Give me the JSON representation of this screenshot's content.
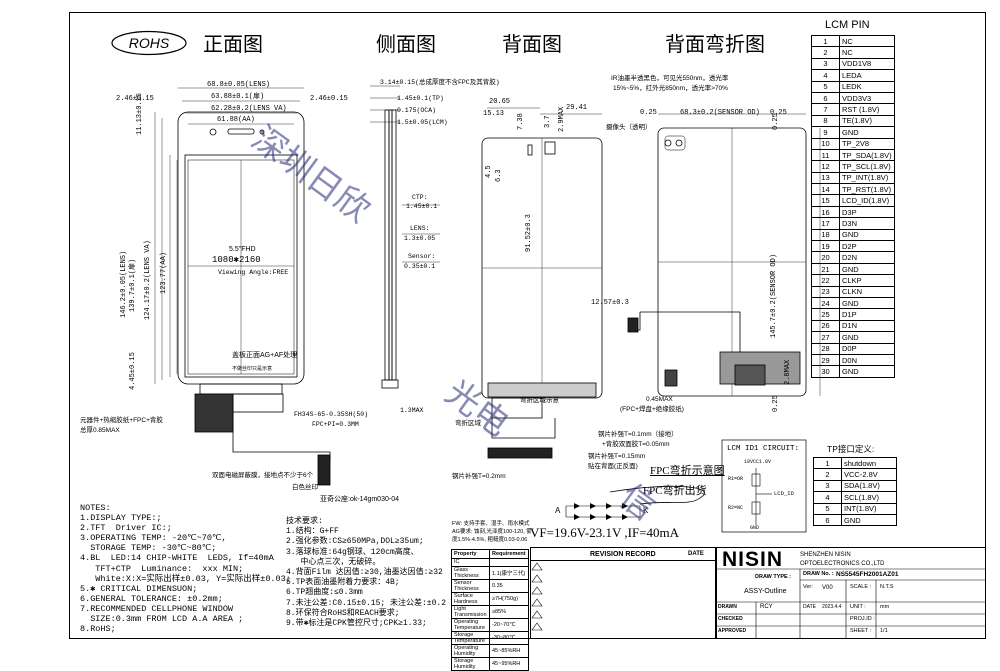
{
  "logo": "ROHS",
  "views": {
    "front": "正面图",
    "side": "侧面图",
    "back": "背面图",
    "back_bend": "背面弯折图"
  },
  "front_dims": {
    "lens_w": "68.8±0.05(LENS)",
    "lens_va_w": "63.88±0.1(扉)",
    "w_lens_va": "62.28±0.2(LENS VA)",
    "aa_w": "61.88(AA)",
    "left_margin": "2.46±0.15",
    "right_margin": "2.46±0.15",
    "top_margin": "11.13±0.15",
    "lens_h": "146.2±0.05(LENS)",
    "lcm_h": "139.7±0.1(扉)",
    "va_h": "124.17±0.2(LENS VA)",
    "aa_h": "123.77(AA)",
    "bottom_margin": "4.45±0.15"
  },
  "front_center": {
    "size": "5.5\"FHD",
    "res": "1080✱2160",
    "angle": "Viewing Angle:FREE"
  },
  "front_labels": {
    "cover_note": "盖板正面AG+AF处理",
    "cover_sub1": "",
    "cover_sub2": "不做丝印只是示意",
    "comp_note": "元器件+热缩胶纸+FPC+背胶",
    "total": "总厚0.85MAX",
    "fpc_conn": "FH34S-65-0.35SH(50)",
    "fpc_pi": "FPC+PI=0.3MM",
    "shield_note": "双面电磁屏蔽膜，接地点不少于6个",
    "whitelabel": "白色丝印",
    "connector": "亚奇公座:ok-14gm030-04"
  },
  "side_dims": {
    "total": "3.14±0.15(总成厚度不含FPC及其背胶)",
    "tp": "1.45±0.1(TP)",
    "oca": "0.175(OCA)",
    "lcm": "1.5±0.05(LCM)",
    "ctp_label": "CTP:",
    "ctp_val": "1.45±0.1",
    "lens_label": "LENS:",
    "lens_val": "1.3±0.05",
    "sensor_label": "Sensor:",
    "sensor_val": "0.35±0.1",
    "max": "1.3MAX"
  },
  "back_dims": {
    "w1": "20.65",
    "w2": "29.41",
    "w3": "15.13",
    "w4": "7.38",
    "w5": "3.7",
    "w6": "2.9MAX",
    "d1": "4.5",
    "d2": "6.3",
    "d3": "91.52±0.3",
    "d4": "12.57±0.3",
    "bend_region": "弯折区域",
    "steel": "钢片补强T=0.2mm",
    "bend_label": "弯折区域示意"
  },
  "bend_dims": {
    "ir_note1": "IR油墨半透黑色，可见光550nm，透光率",
    "ir_note2": "15%~5%，红外光850nm，透光率>70%",
    "cam": "摄像头（透明）",
    "left": "0.25",
    "w": "68.3±0.2(SENSOR OD)",
    "right": "0.25",
    "h": "145.7±0.2(SENSOR OD)",
    "h2": "2.8MAX",
    "top": "0.25",
    "bot": "0.25",
    "max045": "0.45MAX",
    "fpc_note": "(FPC+焊盘+绝缘胶纸)",
    "steel_note1": "钢片补强T=0.1mm（接地）",
    "steel_note2": "+背胶双面胶T=0.05mm",
    "steel_note3": "钢片补强T=0.15mm",
    "steel_note4": "贴在背面(正反面)"
  },
  "fpc_bend": {
    "title1": "FPC弯折示意图",
    "title2": "FPC弯折出货"
  },
  "led": {
    "anode": "A",
    "cathode": "K",
    "vf": "VF=19.6V-23.1V ,IF=40mA"
  },
  "lcm_pin": {
    "title": "LCM PIN",
    "pins": [
      [
        "1",
        "NC"
      ],
      [
        "2",
        "NC"
      ],
      [
        "3",
        "VDD1V8"
      ],
      [
        "4",
        "LEDA"
      ],
      [
        "5",
        "LEDK"
      ],
      [
        "6",
        "VDD3V3"
      ],
      [
        "7",
        "RST (1.8V)"
      ],
      [
        "8",
        "TE(1.8V)"
      ],
      [
        "9",
        "GND"
      ],
      [
        "10",
        "TP_2V8"
      ],
      [
        "11",
        "TP_SDA(1.8V)"
      ],
      [
        "12",
        "TP_SCL(1.8V)"
      ],
      [
        "13",
        "TP_INT(1.8V)"
      ],
      [
        "14",
        "TP_RST(1.8V)"
      ],
      [
        "15",
        "LCD_ID(1.8V)"
      ],
      [
        "16",
        "D3P"
      ],
      [
        "17",
        "D3N"
      ],
      [
        "18",
        "GND"
      ],
      [
        "19",
        "D2P"
      ],
      [
        "20",
        "D2N"
      ],
      [
        "21",
        "GND"
      ],
      [
        "22",
        "CLKP"
      ],
      [
        "23",
        "CLKN"
      ],
      [
        "24",
        "GND"
      ],
      [
        "25",
        "D1P"
      ],
      [
        "26",
        "D1N"
      ],
      [
        "27",
        "GND"
      ],
      [
        "28",
        "D0P"
      ],
      [
        "29",
        "D0N"
      ],
      [
        "30",
        "GND"
      ]
    ]
  },
  "tp": {
    "title": "TP接口定义:",
    "pins": [
      [
        "1",
        "shutdown"
      ],
      [
        "2",
        "VCC-2.8V"
      ],
      [
        "3",
        "SDA(1.8V)"
      ],
      [
        "4",
        "SCL(1.8V)"
      ],
      [
        "5",
        "INT(1.8V)"
      ],
      [
        "6",
        "GND"
      ]
    ]
  },
  "id_circuit": {
    "title": "LCM ID1 CIRCUIT:",
    "vcc": "10VCC1.8V",
    "r1": "R1=OR",
    "r2": "R2=NC",
    "out": "LCD_ID",
    "gnd": "GND"
  },
  "notes": {
    "title": "NOTES:",
    "lines": [
      "1.DISPLAY TYPE:;",
      "2.TFT  Driver IC:;",
      "3.OPERATING TEMP: -20℃~70℃,",
      "  STORAGE TEMP: -30℃~80℃;",
      "4.BL  LED:14 CHIP-WHITE  LEDS, If=40mA",
      "   TFT+CTP  Luminance:  xxx MIN;",
      "   White:X:X=实际出样±0.03, Y=实际出样±0.03;",
      "5.✱ CRITICAL DIMENSUON;",
      "6.GENERAL TOLERANCE: ±0.2mm;",
      "7.RECOMMENDED CELLPHONE WINDOW",
      "  SIZE:0.3mm FROM LCD A.A AREA ;",
      "8.RoHS;"
    ]
  },
  "tech": {
    "title": "技术要求:",
    "lines": [
      "1.结构：G+FF",
      "2.强化参数:CS≥650MPa,DOL≥35um;",
      "3.落球标准:64g钢球、120cm高度、",
      "   中心点三次，无破碎。",
      "4.背面Film 达因值:≥30,油墨达因值:≥32",
      "5.TP表面油墨附着力要求：4B;",
      "6.TP翘曲度:≤0.3mm",
      "7.未注公差:C0.15±0.15; 未注公差:±0.2",
      "8.环保符合RoHS和REACH要求;",
      "9.带✱标注是CPK管控尺寸;CPK≥1.33;"
    ]
  },
  "film_note": {
    "l1": "FW: 支持手套、湿手、雨水模式",
    "l2": "AG要求: 蚀刻,光泽度100-120, 雾",
    "l3": "度1.5%-4.5%, 粗糙度0.03-0.06"
  },
  "props": {
    "h1": "Property",
    "h2": "Requirement",
    "rows": [
      [
        "IC",
        ""
      ],
      [
        "Glass Thickness",
        "1.1(康宁三代)"
      ],
      [
        "Sensor Thickness",
        "0.35"
      ],
      [
        "Surface Hardness",
        "≥7H(750g)"
      ],
      [
        "Light Transmission",
        "≥85%"
      ],
      [
        "Operating Temperature",
        "-20~70℃"
      ],
      [
        "Storage Temperature",
        "-30~80℃"
      ],
      [
        "Operating Humidity",
        "45~85%RH"
      ],
      [
        "Storage Humidity",
        "45~95%RH"
      ]
    ]
  },
  "revision": {
    "title": "REVISION  RECORD",
    "date": "DATE"
  },
  "title_block": {
    "company": "NISIN",
    "company_cn": "SHENZHEN NISIN",
    "company_en": "OPTOELECTRONICS CO.,LTD",
    "draw_type_label": "DRAW TYPE :",
    "draw_type": "ASSY-Outline",
    "draw_no_label": "DRAW No. :",
    "draw_no": "NS5545FH2001AZ01",
    "ver_label": "Ver:",
    "ver": "V00",
    "scale_label": "SCALE :",
    "scale": "N.T.S",
    "drawn_label": "DRAWN",
    "drawn": "RCY",
    "date_label": "DATE",
    "date": "2023.4.4",
    "unit_label": "UNIT :",
    "unit": "mm",
    "checked_label": "CHECKED",
    "proj_label": "PROJ.ID :",
    "approved_label": "APPROVED",
    "sheet_label": "SHEET :",
    "sheet": "1/1"
  },
  "watermark": {
    "a": "深圳日欣",
    "b": "光电",
    "c": "信"
  }
}
